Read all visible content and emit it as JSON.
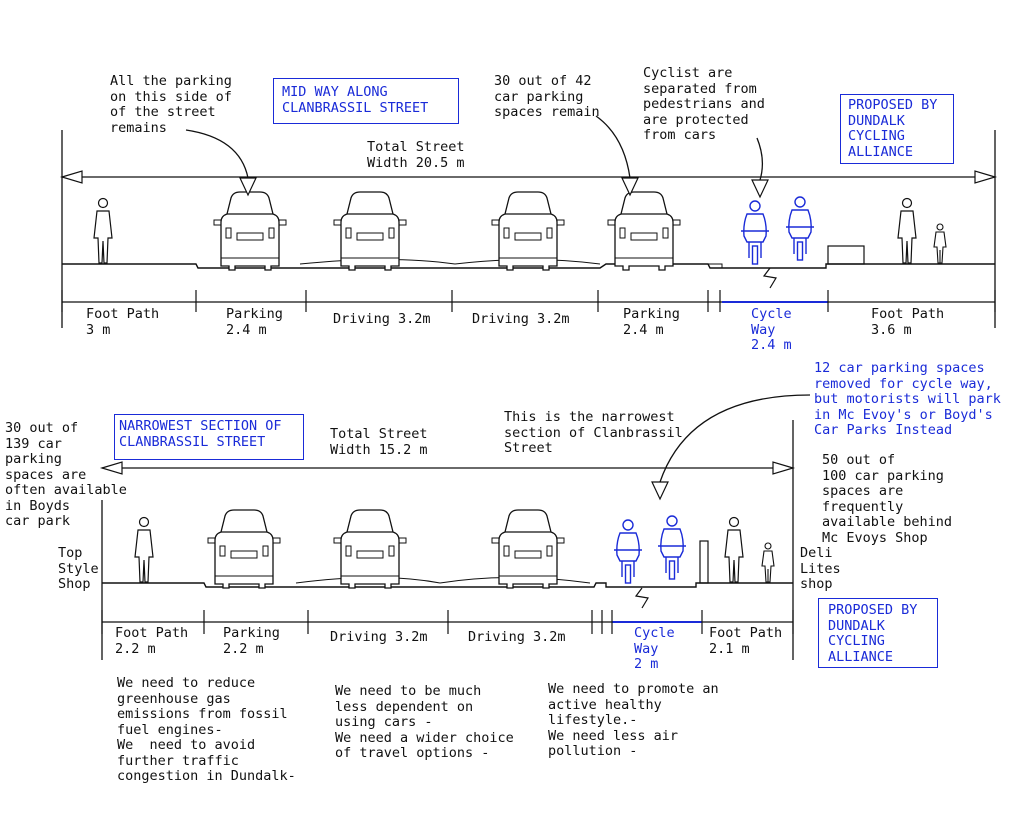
{
  "top": {
    "title": "MID WAY ALONG\nCLANBRASSIL STREET",
    "proposed": "PROPOSED BY\nDUNDALK\nCYCLING\nALLIANCE",
    "note_parking_side": "All the parking\non this side of\nof the street\nremains",
    "note_spaces": "30 out of 42\ncar parking\nspaces remain",
    "note_cyclist": "Cyclist are\nseparated from\npedestrians and\nare protected\nfrom cars",
    "total_width": "Total Street\nWidth 20.5 m",
    "segments": [
      {
        "label": "Foot Path\n3 m"
      },
      {
        "label": "Parking\n2.4 m"
      },
      {
        "label": "Driving 3.2m"
      },
      {
        "label": "Driving 3.2m"
      },
      {
        "label": "Parking\n2.4 m"
      },
      {
        "label": "Cycle\nWay\n2.4 m"
      },
      {
        "label": "Foot Path\n3.6 m"
      }
    ]
  },
  "bottom": {
    "title": "NARROWEST SECTION OF\nCLANBRASSIL STREET",
    "proposed": "PROPOSED BY\nDUNDALK\nCYCLING\nALLIANCE",
    "note_removed": "12 car parking spaces\nremoved for cycle way,\nbut motorists will park\nin Mc Evoy's or Boyd's\nCar Parks Instead",
    "note_boyds": "30 out of\n139 car\nparking\nspaces are\noften available\nin Boyds\ncar park",
    "note_narrowest": "This is the narrowest\nsection of Clanbrassil\nStreet",
    "note_mcevoys": "50 out of\n100 car parking\nspaces are\nfrequently\navailable behind\nMc Evoys Shop",
    "shop_left": "Top\nStyle\nShop",
    "shop_right": "Deli\nLites\nshop",
    "total_width": "Total Street\nWidth 15.2 m",
    "segments": [
      {
        "label": "Foot Path\n2.2 m"
      },
      {
        "label": "Parking\n2.2 m"
      },
      {
        "label": "Driving 3.2m"
      },
      {
        "label": "Driving 3.2m"
      },
      {
        "label": "Cycle\nWay\n2 m"
      },
      {
        "label": "Foot Path\n2.1 m"
      }
    ]
  },
  "footer": {
    "col1": "We need to reduce\ngreenhouse gas\nemissions from fossil\nfuel engines-\nWe  need to avoid\nfurther traffic\ncongestion in Dundalk-",
    "col2": "We need to be much\nless dependent on\nusing cars -\nWe need a wider choice\nof travel options -",
    "col3": "We need to promote an\nactive healthy\nlifestyle.-\nWe need less air\npollution -"
  },
  "colors": {
    "accent": "#1a2bd8",
    "ink": "#111111"
  }
}
